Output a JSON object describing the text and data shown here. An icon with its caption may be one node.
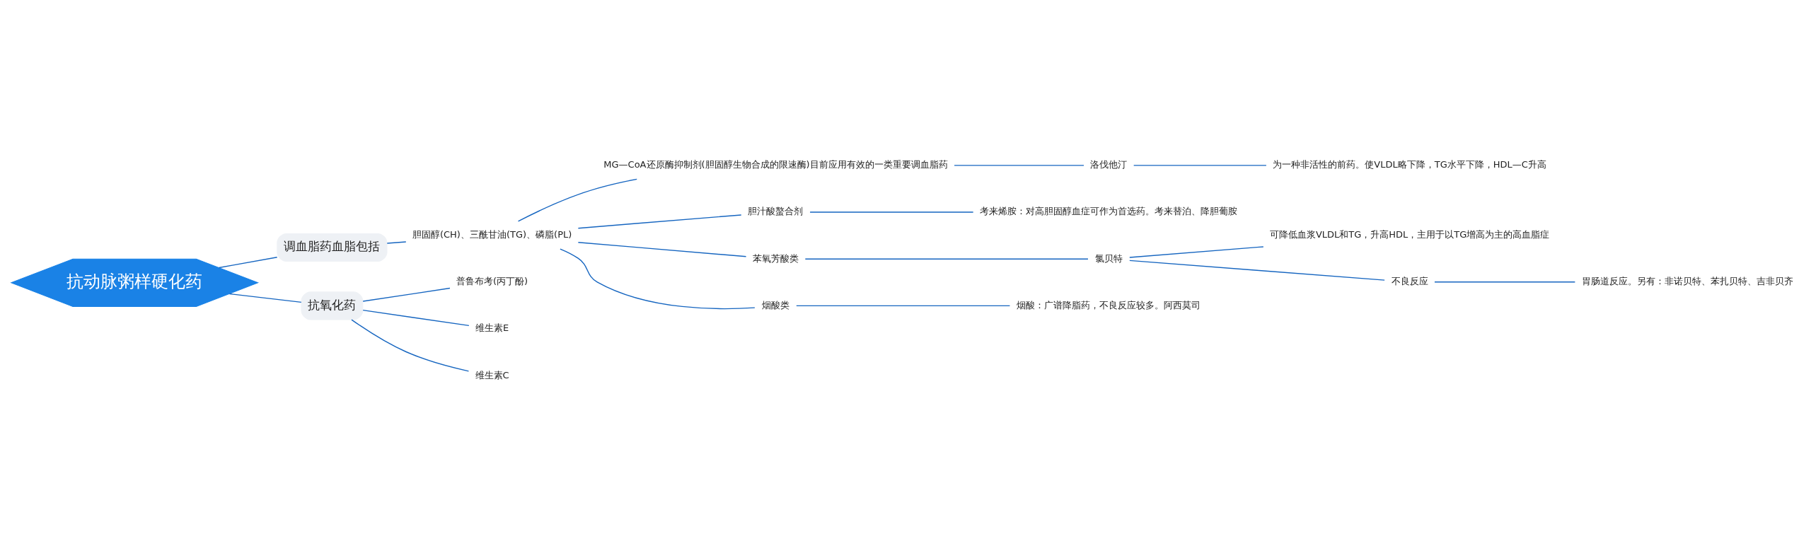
{
  "diagram": {
    "nodes": [
      {
        "text": [
          "抗动脉粥样硬化药"
        ]
      },
      {
        "text": [
          "调血脂药血脂包括"
        ]
      },
      {
        "text": [
          "胆固醇(CH)、三酰甘油(TG)、磷脂(PL)"
        ]
      },
      {
        "text": [
          "MG—CoA还原酶抑制剂(胆固醇生物合成的限速酶)目前应用有效的一类重要调血脂药"
        ]
      },
      {
        "text": [
          "洛伐他汀"
        ]
      },
      {
        "text": [
          "为一种非活性的前药。使VLDL略下降，TG水平下降，HDL—C升高"
        ]
      },
      {
        "text": [
          "胆汁酸螯合剂"
        ]
      },
      {
        "text": [
          "考来烯胺：对高胆固醇血症可作为首选药。考来替泊、降胆葡胺"
        ]
      },
      {
        "text": [
          "苯氧芳酸类"
        ]
      },
      {
        "text": [
          "氯贝特"
        ]
      },
      {
        "text": [
          "可降低血浆VLDL和TG，升高HDL，主用于以TG增高为主的高血脂症"
        ]
      },
      {
        "text": [
          "不良反应"
        ]
      },
      {
        "text": [
          "胃肠道反应。另有：非诺贝特、苯扎贝特、吉非贝齐"
        ]
      },
      {
        "text": [
          "烟酸类"
        ]
      },
      {
        "text": [
          "烟酸：广谱降脂药，不良反应较多。阿西莫司"
        ]
      },
      {
        "text": [
          "抗氧化药"
        ]
      },
      {
        "text": [
          "普鲁布考(丙丁酚)"
        ]
      },
      {
        "text": [
          "维生素E"
        ]
      },
      {
        "text": [
          "维生素C"
        ]
      }
    ],
    "edges": [
      {
        "from": 0,
        "to": 1,
        "arrow": "none"
      },
      {
        "from": 1,
        "to": 2,
        "arrow": "none"
      },
      {
        "from": 2,
        "to": 3,
        "arrow": "none"
      },
      {
        "from": 3,
        "to": 4,
        "arrow": "none"
      },
      {
        "from": 4,
        "to": 5,
        "arrow": "none"
      },
      {
        "from": 2,
        "to": 6,
        "arrow": "none"
      },
      {
        "from": 6,
        "to": 7,
        "arrow": "none"
      },
      {
        "from": 2,
        "to": 8,
        "arrow": "none"
      },
      {
        "from": 8,
        "to": 9,
        "arrow": "none"
      },
      {
        "from": 9,
        "to": 10,
        "arrow": "none"
      },
      {
        "from": 9,
        "to": 11,
        "arrow": "none"
      },
      {
        "from": 11,
        "to": 12,
        "arrow": "none"
      },
      {
        "from": 2,
        "to": 13,
        "arrow": "none"
      },
      {
        "from": 13,
        "to": 14,
        "arrow": "none"
      },
      {
        "from": 0,
        "to": 15,
        "arrow": "none"
      },
      {
        "from": 15,
        "to": 16,
        "arrow": "none"
      },
      {
        "from": 15,
        "to": 17,
        "arrow": "none"
      },
      {
        "from": 15,
        "to": 18,
        "arrow": "none"
      }
    ]
  }
}
